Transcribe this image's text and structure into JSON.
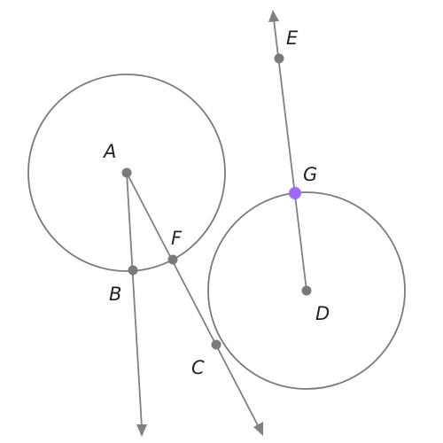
{
  "diagram": {
    "labels": {
      "A": "A",
      "B": "B",
      "C": "C",
      "D": "D",
      "E": "E",
      "F": "F",
      "G": "G"
    },
    "colors": {
      "stroke": "#7a7a7a",
      "point": "#7a7a7a",
      "highlight_point": "#9d6bff",
      "label": "#222222",
      "background": "#ffffff"
    },
    "highlighted_point": "G"
  }
}
